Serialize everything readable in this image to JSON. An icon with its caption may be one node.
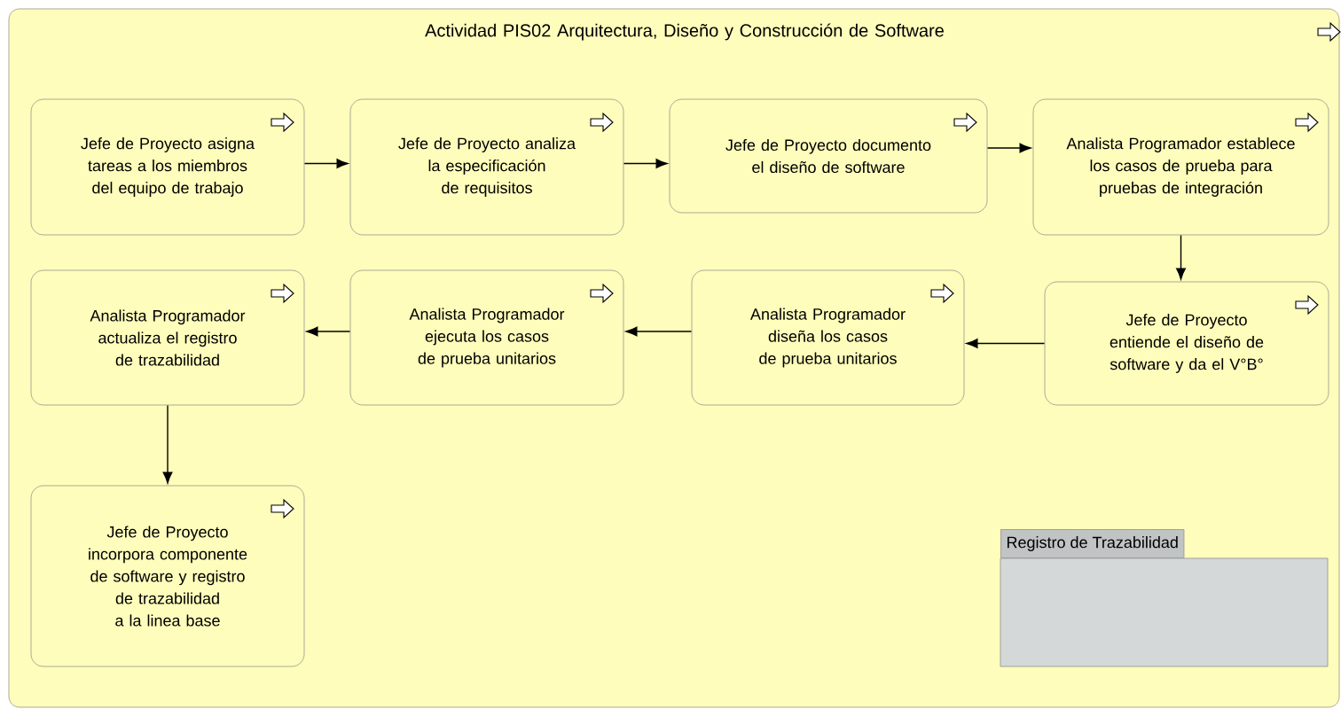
{
  "diagram": {
    "nodes": [
      {
        "text": [
          "Actividad PIS02 Arquitectura, Diseño y Construcción de Software"
        ]
      },
      {
        "text": [
          "Jefe de Proyecto asigna tareas a los miembros del equipo de trabajo"
        ],
        "in": 0
      },
      {
        "text": [
          "Jefe de Proyecto analiza la especificación de requisitos"
        ],
        "in": 0
      },
      {
        "text": [
          "Jefe de Proyecto documento el diseño de software"
        ],
        "in": 0
      },
      {
        "text": [
          "Analista Programador establece los casos de prueba para pruebas de integración"
        ],
        "in": 0
      },
      {
        "text": [
          "Analista Programador actualiza el registro de trazabilidad"
        ],
        "in": 0
      },
      {
        "text": [
          "Analista Programador ejecuta los casos de prueba unitarios"
        ],
        "in": 0
      },
      {
        "text": [
          "Analista Programador diseña los casos de prueba unitarios"
        ],
        "in": 0
      },
      {
        "text": [
          "Jefe de Proyecto entiende el diseño de software y da el V°B°"
        ],
        "in": 0
      },
      {
        "text": [
          "Jefe de Proyecto incorpora componente de software y registro de trazabilidad a la linea base"
        ],
        "in": 0
      },
      {
        "text": [
          "Registro de Trazabilidad"
        ],
        "in": 0
      }
    ],
    "edges": [
      {
        "from": 1,
        "to": 2,
        "arrow": "to"
      },
      {
        "from": 2,
        "to": 3,
        "arrow": "to"
      },
      {
        "from": 3,
        "to": 4,
        "arrow": "to"
      },
      {
        "from": 4,
        "to": 8,
        "arrow": "to"
      },
      {
        "from": 8,
        "to": 7,
        "arrow": "to"
      },
      {
        "from": 7,
        "to": 6,
        "arrow": "to"
      },
      {
        "from": 6,
        "to": 5,
        "arrow": "to"
      },
      {
        "from": 5,
        "to": 9,
        "arrow": "to"
      }
    ]
  }
}
